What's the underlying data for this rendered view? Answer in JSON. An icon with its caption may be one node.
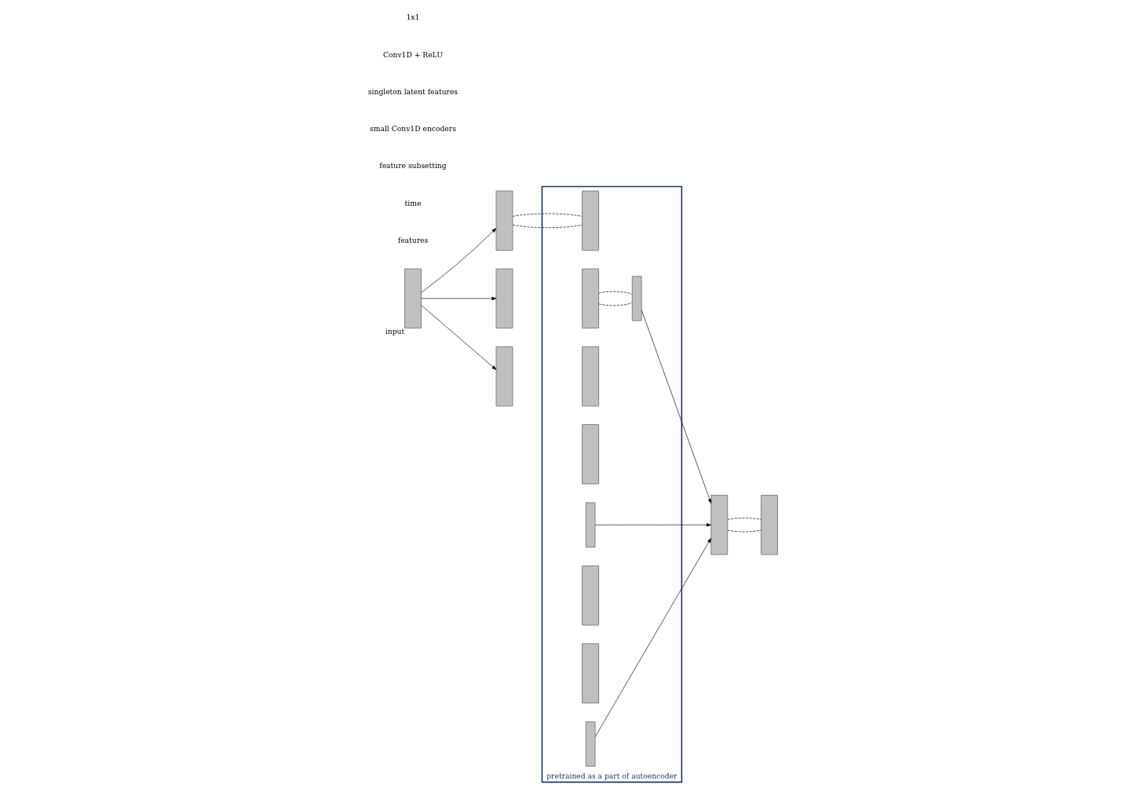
{
  "diagram": {
    "nodes": [
      {
        "text": [],
        "shape": "box",
        "beside": [
          "input"
        ]
      },
      {
        "text": [],
        "shape": "box"
      },
      {
        "text": [],
        "shape": "box"
      },
      {
        "text": [],
        "shape": "box"
      },
      {
        "text": [
          "pretrained as a part of autoencoder"
        ]
      },
      {
        "text": [],
        "shape": "box",
        "in": 4
      },
      {
        "text": [],
        "shape": "box",
        "in": 4
      },
      {
        "text": [],
        "shape": "bar",
        "in": 4
      },
      {
        "text": [],
        "shape": "box",
        "in": 4
      },
      {
        "text": [],
        "shape": "box",
        "in": 4
      },
      {
        "text": [],
        "shape": "bar",
        "in": 4
      },
      {
        "text": [],
        "shape": "box",
        "in": 4
      },
      {
        "text": [],
        "shape": "box",
        "in": 4
      },
      {
        "text": [],
        "shape": "bar",
        "in": 4
      },
      {
        "text": [],
        "shape": "box"
      },
      {
        "text": [],
        "shape": "box"
      }
    ],
    "edges": [
      {
        "from": 0,
        "to": 1,
        "arrow": "to"
      },
      {
        "from": 0,
        "to": 2,
        "arrow": "to"
      },
      {
        "from": 0,
        "to": 3,
        "arrow": "to"
      },
      {
        "from": 1,
        "to": 5,
        "arrow": "none",
        "style": "dashed"
      },
      {
        "from": 1,
        "to": 5,
        "arrow": "none",
        "style": "dashed"
      },
      {
        "from": 6,
        "to": 7,
        "arrow": "none",
        "style": "dashed"
      },
      {
        "from": 6,
        "to": 7,
        "arrow": "none",
        "style": "dashed"
      },
      {
        "from": 7,
        "to": 14,
        "arrow": "to"
      },
      {
        "from": 10,
        "to": 14,
        "arrow": "to"
      },
      {
        "from": 13,
        "to": 14,
        "arrow": "to"
      },
      {
        "from": 14,
        "to": 15,
        "arrow": "none",
        "style": "dashed"
      },
      {
        "from": 14,
        "to": 15,
        "arrow": "none",
        "style": "dashed"
      }
    ],
    "labels": [
      "features",
      "time",
      "feature subsetting",
      "small Conv1D encoders",
      "singleton latent features",
      "Conv1D + ReLU",
      "1x1"
    ]
  }
}
